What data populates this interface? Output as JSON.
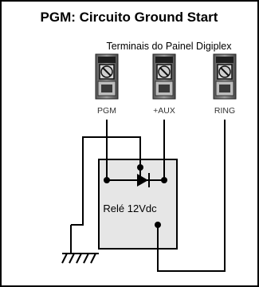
{
  "diagram": {
    "title": "PGM: Circuito Ground Start",
    "subtitle": "Terminais do Painel Digiplex",
    "terminals": [
      {
        "id": "pgm",
        "label": "PGM"
      },
      {
        "id": "aux",
        "label": "+AUX"
      },
      {
        "id": "ring",
        "label": "RING"
      }
    ],
    "relay": {
      "label": "Relé 12Vdc"
    },
    "colors": {
      "relay_fill": "#e6e6e6",
      "terminal_dark": "#2b2b2b",
      "terminal_mid": "#8c8c8c",
      "border": "#000000"
    }
  }
}
